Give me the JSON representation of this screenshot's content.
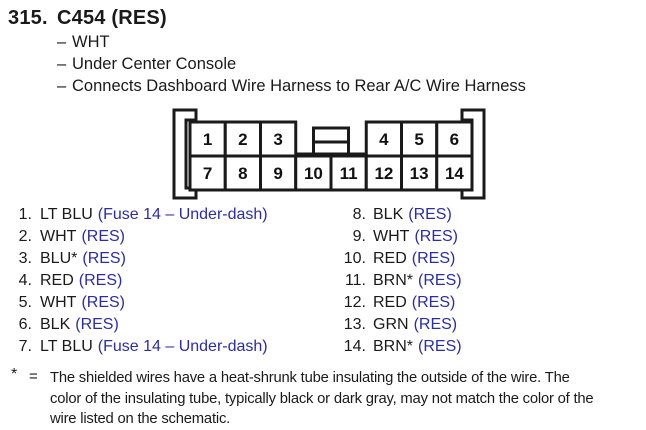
{
  "colors": {
    "ink": "#1a1a1a",
    "note_blue": "#2b2bad",
    "background": "#ffffff"
  },
  "header": {
    "index": "315.",
    "title": "C454 (RES)"
  },
  "bullets": [
    {
      "dash": "–",
      "text": "WHT"
    },
    {
      "dash": "–",
      "text": "Under Center Console"
    },
    {
      "dash": "–",
      "text": "Connects Dashboard Wire Harness to Rear A/C Wire Harness"
    }
  ],
  "connector": {
    "pins_top": [
      "1",
      "2",
      "3",
      "4",
      "5",
      "6"
    ],
    "pins_bottom": [
      "7",
      "8",
      "9",
      "10",
      "11",
      "12",
      "13",
      "14"
    ]
  },
  "pin_list": {
    "left": [
      {
        "num": "1.",
        "wire": "LT BLU",
        "note": "(Fuse 14 – Under-dash)"
      },
      {
        "num": "2.",
        "wire": "WHT",
        "note": "(RES)"
      },
      {
        "num": "3.",
        "wire": "BLU*",
        "note": "(RES)"
      },
      {
        "num": "4.",
        "wire": "RED",
        "note": "(RES)"
      },
      {
        "num": "5.",
        "wire": "WHT",
        "note": "(RES)"
      },
      {
        "num": "6.",
        "wire": "BLK",
        "note": "(RES)"
      },
      {
        "num": "7.",
        "wire": "LT BLU",
        "note": "(Fuse 14 – Under-dash)"
      }
    ],
    "right": [
      {
        "num": "8.",
        "wire": "BLK",
        "note": "(RES)"
      },
      {
        "num": "9.",
        "wire": "WHT",
        "note": "(RES)"
      },
      {
        "num": "10.",
        "wire": "RED",
        "note": "(RES)"
      },
      {
        "num": "11.",
        "wire": "BRN*",
        "note": "(RES)"
      },
      {
        "num": "12.",
        "wire": "RED",
        "note": "(RES)"
      },
      {
        "num": "13.",
        "wire": "GRN",
        "note": "(RES)"
      },
      {
        "num": "14.",
        "wire": "BRN*",
        "note": "(RES)"
      }
    ]
  },
  "footnote": {
    "symbol": "*",
    "eq": "=",
    "line1": "The shielded wires have a heat-shrunk tube insulating the outside of the wire. The",
    "line2": "color of the insulating tube, typically black or dark gray, may not match the color of the",
    "line3": "wire listed on the schematic."
  }
}
